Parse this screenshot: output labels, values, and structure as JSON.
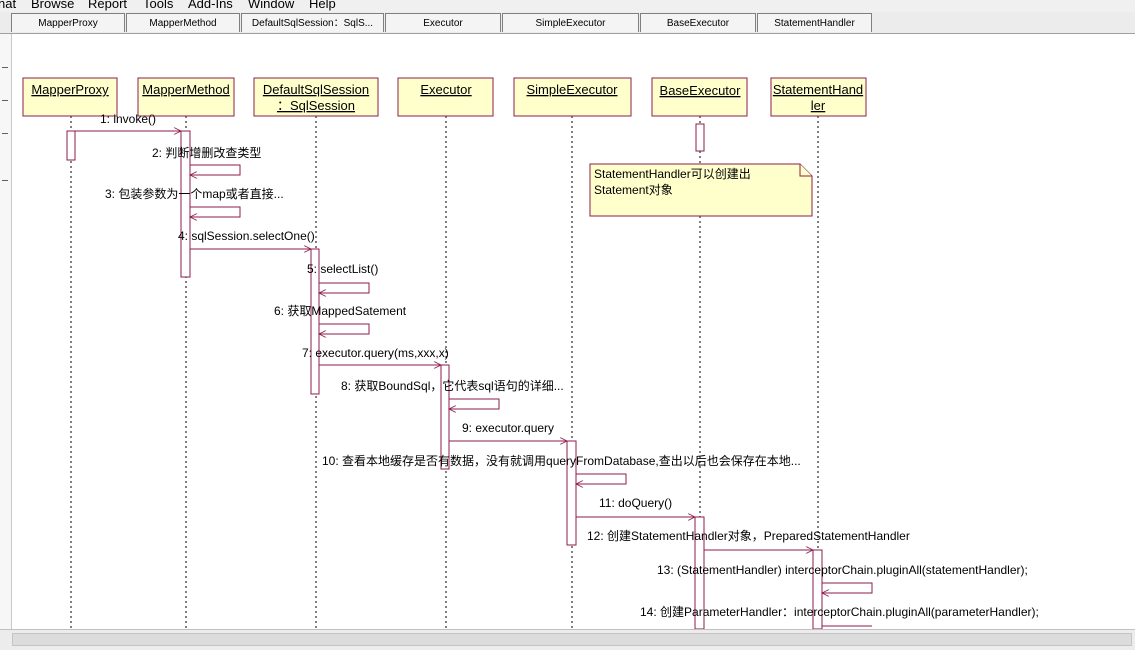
{
  "menubar": {
    "items": [
      "nat",
      "Browse",
      "Report",
      "Tools",
      "Add-Ins",
      "Window",
      "Help"
    ]
  },
  "tabs": [
    "MapperProxy",
    "MapperMethod",
    "DefaultSqlSession：SqlS...",
    "Executor",
    "SimpleExecutor",
    "BaseExecutor",
    "StatementHandler"
  ],
  "colors": {
    "box_fill": "#ffffcc",
    "border": "#8c1e4e",
    "note_fill": "#ffffcc"
  },
  "lifelines": [
    {
      "label": [
        "MapperProxy"
      ]
    },
    {
      "label": [
        "MapperMethod"
      ]
    },
    {
      "label": [
        "DefaultSqlSession",
        "：SqlSession"
      ]
    },
    {
      "label": [
        "Executor"
      ]
    },
    {
      "label": [
        "SimpleExecutor"
      ]
    },
    {
      "label": [
        "BaseExecutor"
      ]
    },
    {
      "label": [
        "StatementHand",
        "ler"
      ]
    }
  ],
  "messages": [
    "1: invoke()",
    "2: 判断增删改查类型",
    "3: 包装参数为一个map或者直接...",
    "4: sqlSession.selectOne()",
    "5: selectList()",
    "6: 获取MappedSatement",
    "7: executor.query(ms,xxx,x)",
    "8: 获取BoundSql，它代表sql语句的详细...",
    "9: executor.query",
    "10: 查看本地缓存是否有数据，没有就调用queryFromDatabase,查出以后也会保存在本地...",
    "11: doQuery()",
    "12: 创建StatementHandler对象，PreparedStatementHandler",
    "13: (StatementHandler) interceptorChain.pluginAll(statementHandler);",
    "14: 创建ParameterHandler：interceptorChain.pluginAll(parameterHandler);"
  ],
  "note": {
    "lines": [
      "StatementHandler可以创建出",
      "Statement对象"
    ]
  }
}
